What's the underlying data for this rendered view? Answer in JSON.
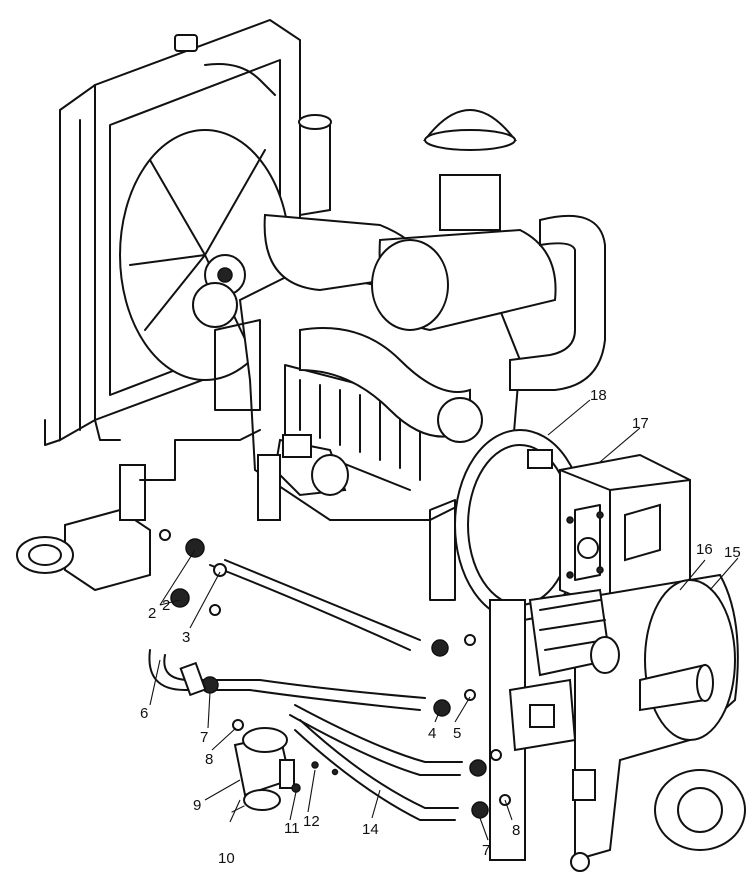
{
  "colors": {
    "line": "#111111",
    "background": "#ffffff"
  },
  "callouts": [
    {
      "id": "c2a",
      "text": "2"
    },
    {
      "id": "c2b",
      "text": "2"
    },
    {
      "id": "c3",
      "text": "3"
    },
    {
      "id": "c4",
      "text": "4"
    },
    {
      "id": "c5",
      "text": "5"
    },
    {
      "id": "c6",
      "text": "6"
    },
    {
      "id": "c7a",
      "text": "7"
    },
    {
      "id": "c7b",
      "text": "7"
    },
    {
      "id": "c8a",
      "text": "8"
    },
    {
      "id": "c8b",
      "text": "8"
    },
    {
      "id": "c9",
      "text": "9"
    },
    {
      "id": "c10",
      "text": "10"
    },
    {
      "id": "c11",
      "text": "11"
    },
    {
      "id": "c12",
      "text": "12"
    },
    {
      "id": "c14",
      "text": "14"
    },
    {
      "id": "c15",
      "text": "15"
    },
    {
      "id": "c16",
      "text": "16"
    },
    {
      "id": "c17",
      "text": "17"
    },
    {
      "id": "c18",
      "text": "18"
    }
  ]
}
